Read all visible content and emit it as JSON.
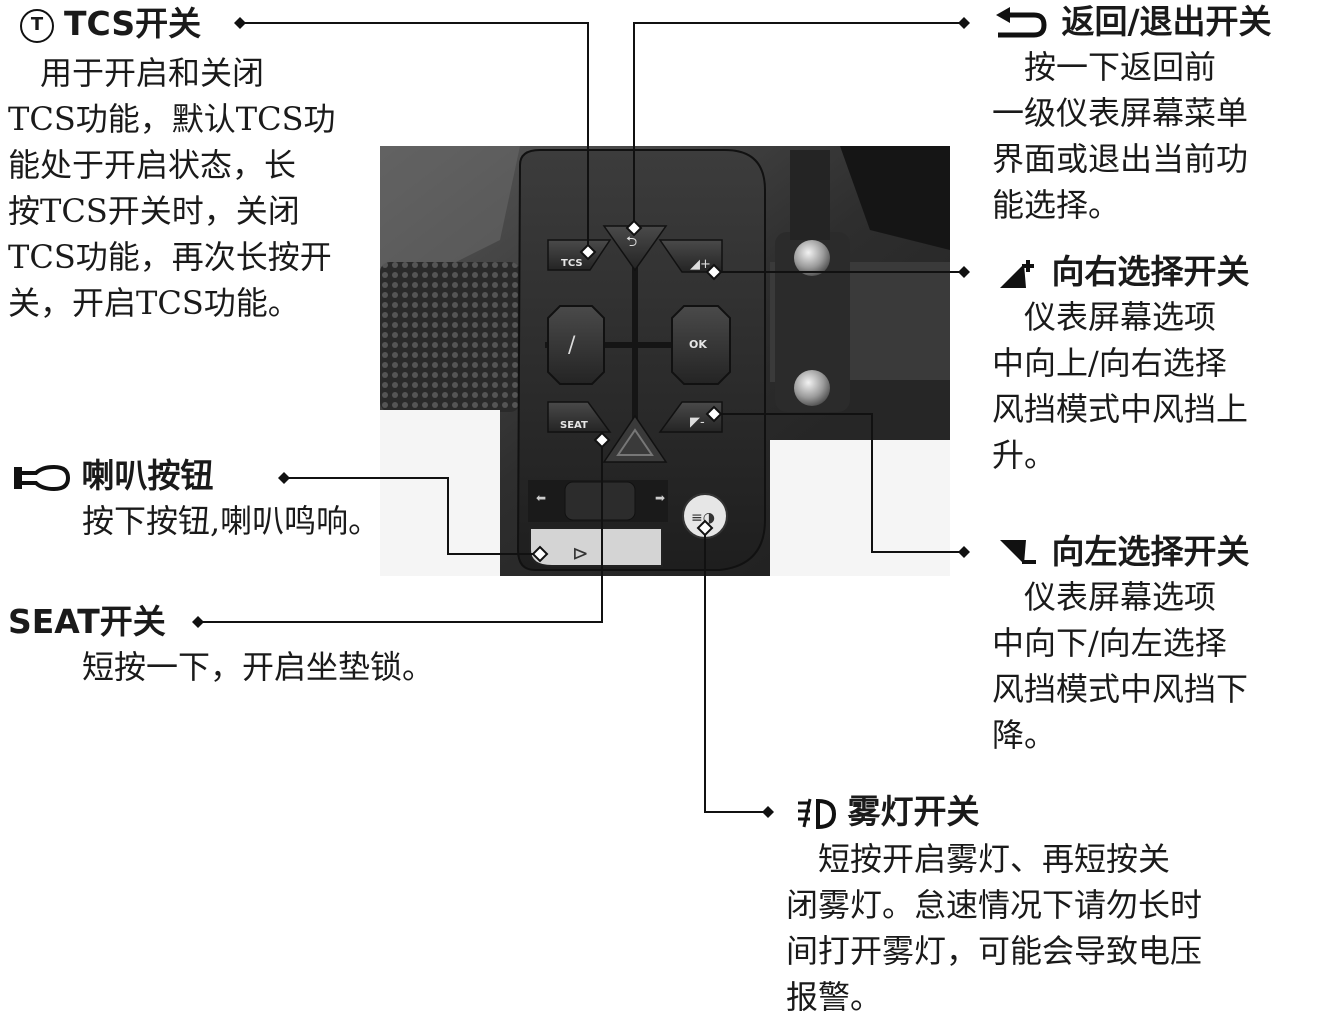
{
  "callouts": {
    "tcs": {
      "title": "TCS开关",
      "desc": [
        "　用于开启和关闭",
        "TCS功能，默认TCS功",
        "能处于开启状态，长",
        "按TCS开关时，关闭",
        "TCS功能，再次长按开",
        "关，开启TCS功能。"
      ]
    },
    "back": {
      "title": "返回/退出开关",
      "desc": [
        "　按一下返回前",
        "一级仪表屏幕菜单",
        "界面或退出当前功",
        "能选择。"
      ]
    },
    "right": {
      "title": "向右选择开关",
      "desc": [
        "　仪表屏幕选项",
        "中向上/向右选择",
        "风挡模式中风挡上",
        "升。"
      ]
    },
    "left": {
      "title": "向左选择开关",
      "desc": [
        "　仪表屏幕选项",
        "中向下/向左选择",
        "风挡模式中风挡下",
        "降。"
      ]
    },
    "horn": {
      "title": "喇叭按钮",
      "desc": [
        "按下按钮,喇叭鸣响。"
      ]
    },
    "seat": {
      "title": "SEAT开关",
      "desc": [
        "短按一下，开启坐垫锁。"
      ]
    },
    "fog": {
      "title": "雾灯开关",
      "desc": [
        "　短按开启雾灯、再短按关",
        "闭雾灯。怠速情况下请勿长时",
        "间打开雾灯，可能会导致电压",
        "报警。"
      ]
    }
  },
  "panel_labels": {
    "tcs": "TCS",
    "seat": "SEAT",
    "ok": "OK"
  }
}
